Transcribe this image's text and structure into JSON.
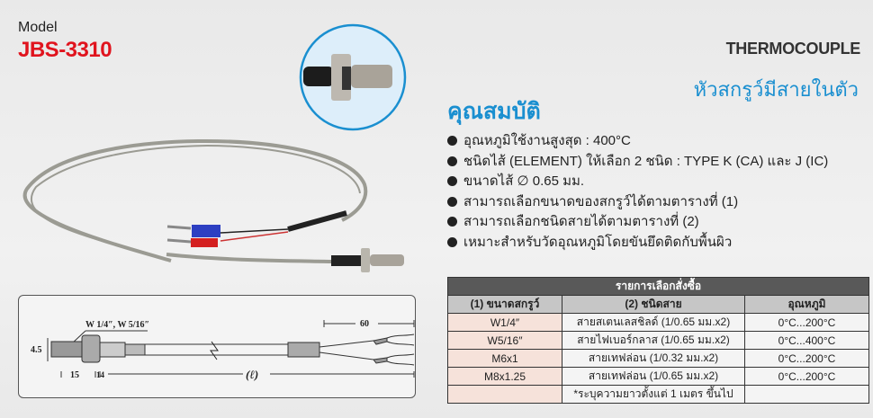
{
  "model": {
    "label": "Model",
    "code": "JBS-3310"
  },
  "product": {
    "type": "THERMOCOUPLE",
    "subtitle": "หัวสกรูว์มีสายในตัว"
  },
  "specs": {
    "heading": "คุณสมบัติ",
    "items": [
      "อุณหภูมิใช้งานสูงสุด : 400°C",
      "ชนิดไส้ (ELEMENT) ให้เลือก 2 ชนิด : TYPE K (CA) และ J (IC)",
      "ขนาดไส้ ∅ 0.65 มม.",
      "สามารถเลือกขนาดของสกรูว์ได้ตามตารางที่ (1)",
      "สามารถเลือกชนิดสายได้ตามตารางที่ (2)",
      "เหมาะสำหรับวัดอุณหภูมิโดยขันยึดติดกับพื้นผิว"
    ]
  },
  "order_table": {
    "title": "รายการเลือกสั่งซื้อ",
    "headers": [
      "(1) ขนาดสกรูว์",
      "(2) ชนิดสาย",
      "อุณหภูมิ"
    ],
    "rows": [
      [
        "W1/4″",
        "สายสเตนเลสชิลด์ (1/0.65 มม.x2)",
        "0°C...200°C"
      ],
      [
        "W5/16″",
        "สายไฟเบอร์กลาส (1/0.65 มม.x2)",
        "0°C...400°C"
      ],
      [
        "M6x1",
        "สายเทฟล่อน (1/0.32 มม.x2)",
        "0°C...200°C"
      ],
      [
        "M8x1.25",
        "สายเทฟล่อน (1/0.65 มม.x2)",
        "0°C...200°C"
      ],
      [
        "",
        "*ระบุความยาวตั้งแต่ 1 เมตร ขึ้นไป",
        ""
      ]
    ]
  },
  "diagram": {
    "thread_label": "W 1/4″, W 5/16″",
    "dim_diameter": "4.5",
    "dim_thread": "15",
    "dim_nut": "14",
    "dim_length": "(ℓ)",
    "dim_leads": "60"
  },
  "colors": {
    "accent": "#1a8fd0",
    "model": "#e0141e",
    "table_title": "#595959",
    "table_key_col": "#f6e2da"
  }
}
